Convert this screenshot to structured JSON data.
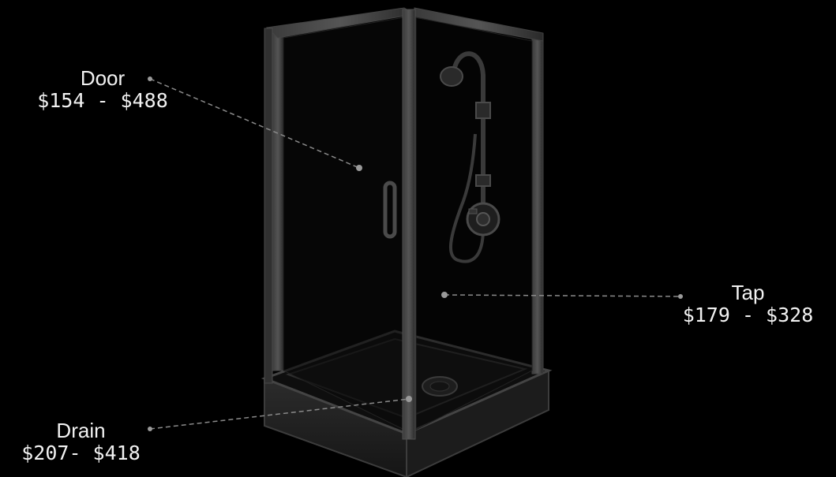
{
  "colors": {
    "background": "#000000",
    "text": "#f2f2f2",
    "leader_line": "#8a8a8a",
    "frame": "#2b2b2b"
  },
  "hotspots": [
    {
      "id": "door",
      "name": "Door",
      "price": "$154 - $488"
    },
    {
      "id": "tap",
      "name": "Tap",
      "price": "$179 - $328"
    },
    {
      "id": "drain",
      "name": "Drain",
      "price": "$207- $418"
    }
  ]
}
